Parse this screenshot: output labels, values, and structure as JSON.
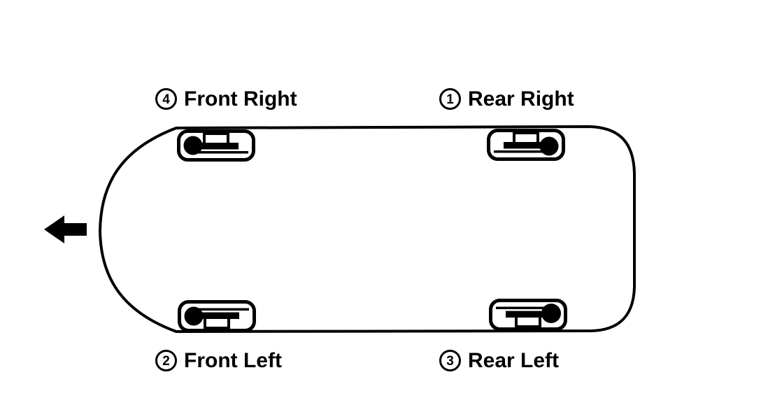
{
  "diagram": {
    "background_color": "#ffffff",
    "line_color": "#000000",
    "front_direction": "left",
    "wheels": [
      {
        "position": "front-right",
        "number": "4",
        "label": "Front Right"
      },
      {
        "position": "rear-right",
        "number": "1",
        "label": "Rear Right"
      },
      {
        "position": "front-left",
        "number": "2",
        "label": "Front Left"
      },
      {
        "position": "rear-left",
        "number": "3",
        "label": "Rear Left"
      }
    ]
  }
}
